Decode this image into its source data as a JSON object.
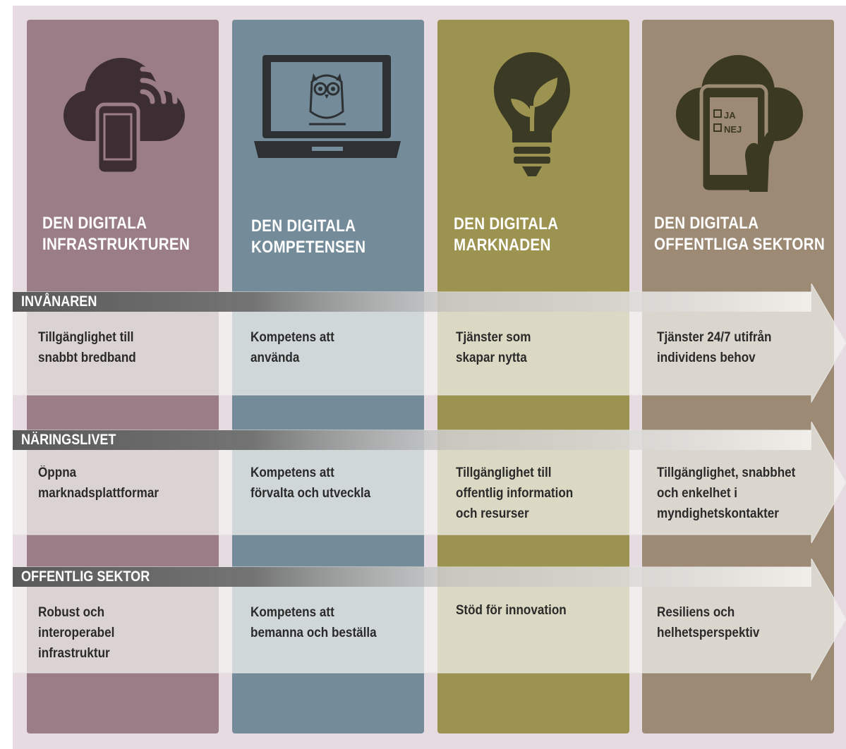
{
  "columns": [
    {
      "title_line1": "DEN DIGITALA",
      "title_line2": "INFRASTRUKTUREN",
      "icon": "cloud-tablet-icon",
      "color": "#9a7d86"
    },
    {
      "title_line1": "DEN DIGITALA",
      "title_line2": "KOMPETENSEN",
      "icon": "laptop-owl-icon",
      "color": "#748b99"
    },
    {
      "title_line1": "DEN DIGITALA",
      "title_line2": "MARKNADEN",
      "icon": "lightbulb-plant-icon",
      "color": "#9c9350"
    },
    {
      "title_line1": "DEN DIGITALA",
      "title_line2": "OFFENTLIGA SEKTORN",
      "icon": "cloud-ballot-icon",
      "color": "#9c8a74"
    }
  ],
  "ballot": {
    "yes": "JA",
    "no": "NEJ"
  },
  "rows": [
    {
      "title": "INVÅNAREN",
      "cells": [
        "Tillgänglighet till\nsnabbt bredband",
        "Kompetens att\nanvända",
        "Tjänster som\nskapar nytta",
        "Tjänster 24/7 utifrån\nindividens behov"
      ]
    },
    {
      "title": "NÄRINGSLIVET",
      "cells": [
        "Öppna\nmarknadsplattformar",
        "Kompetens att\nförvalta och utveckla",
        "Tillgänglighet till\noffentlig information\noch resurser",
        "Tillgänglighet, snabbhet\noch enkelhet i\nmyndighetskontakter"
      ]
    },
    {
      "title": "OFFENTLIG SEKTOR",
      "cells": [
        "Robust och\ninteroperabel\ninfrastruktur",
        "Kompetens att\nbemanna och beställa",
        "Stöd för innovation",
        "Resiliens och\nhelhetsperspektiv"
      ]
    }
  ]
}
